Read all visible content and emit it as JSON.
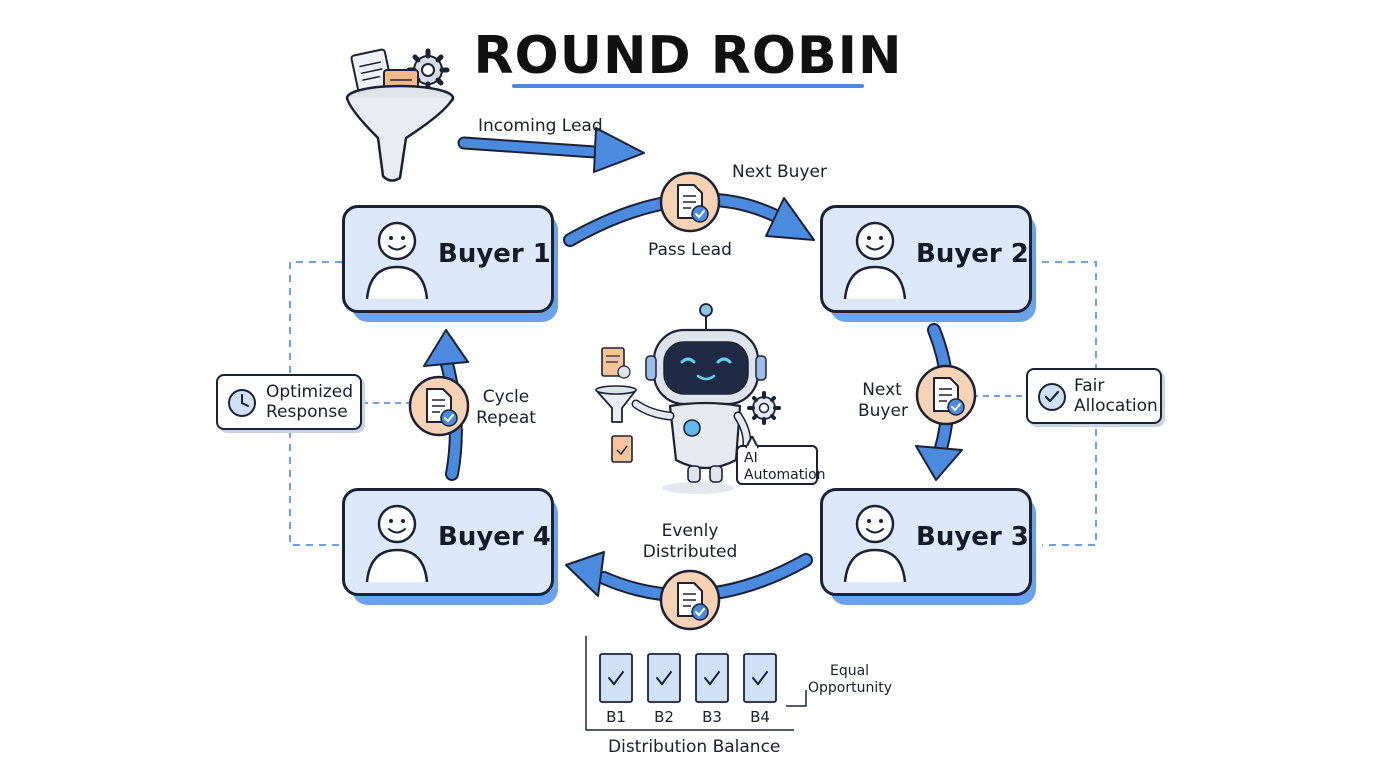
{
  "title": "ROUND ROBIN",
  "incoming_label": "Incoming Lead",
  "buyers": [
    "Buyer 1",
    "Buyer 2",
    "Buyer 3",
    "Buyer 4"
  ],
  "top_arrow": {
    "above": "Next Buyer",
    "below": "Pass Lead"
  },
  "right_arrow": {
    "line1": "Next",
    "line2": "Buyer"
  },
  "left_arrow": {
    "line1": "Cycle",
    "line2": "Repeat"
  },
  "bottom_arrow": {
    "line1": "Evenly",
    "line2": "Distributed"
  },
  "left_tag": {
    "line1": "Optimized",
    "line2": "Response"
  },
  "right_tag": {
    "line1": "Fair",
    "line2": "Allocation"
  },
  "ai_bubble": {
    "line1": "AI",
    "line2": "Automation"
  },
  "distribution": {
    "bars": [
      "B1",
      "B2",
      "B3",
      "B4"
    ],
    "note_line1": "Equal",
    "note_line2": "Opportunity",
    "caption": "Distribution Balance"
  },
  "colors": {
    "accent": "#4a8be0",
    "card_fill": "#dde9fb",
    "badge": "#f7d2b4",
    "ink": "#1c2233"
  }
}
